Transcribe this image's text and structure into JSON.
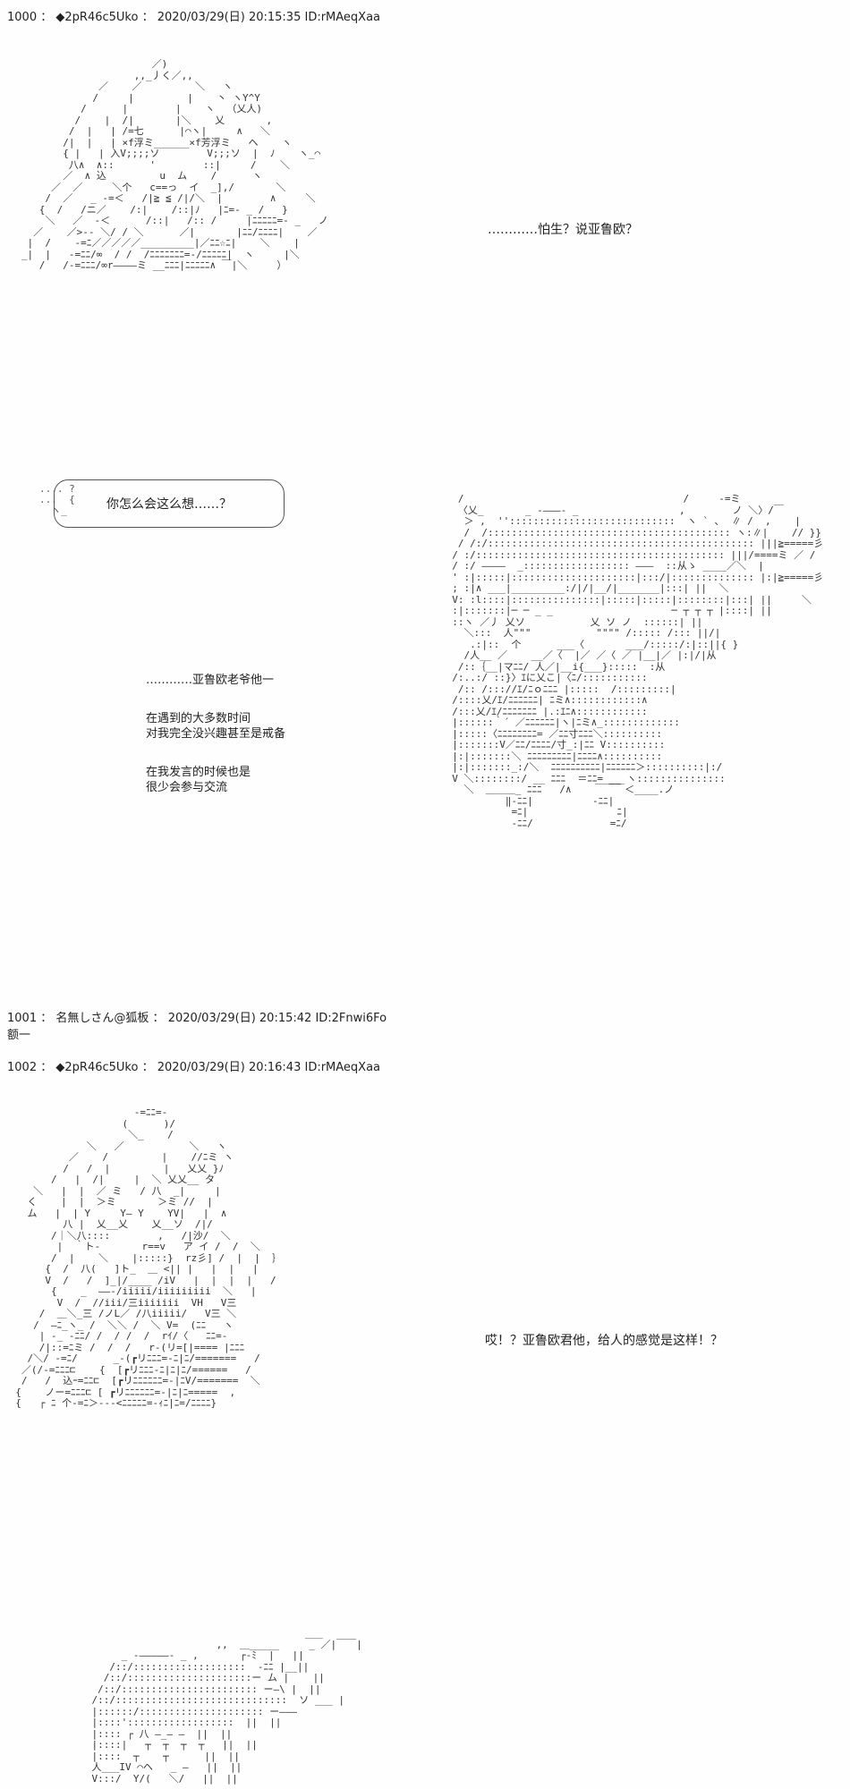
{
  "posts": [
    {
      "number": "1000",
      "name": "◆2pR46c5Uko",
      "date": "2020/03/29(日) 20:15:35",
      "id": "ID:rMAeqXaa",
      "speech_right": "…………怕生？说亚鲁欧？",
      "bubble_text": "你怎么会这么想……？",
      "narration_lead": "…………亚鲁欧老爷他一",
      "narration_1": "在遇到的大多数时间",
      "narration_2": "对我完全没兴趣甚至是戒备",
      "narration_3": "在我发言的时候也是",
      "narration_4": "很少会参与交流"
    },
    {
      "number": "1001",
      "name": "名無しさん@狐板",
      "date": "2020/03/29(日) 20:15:42",
      "id": "ID:2Fnwi6Fo",
      "body": "额一"
    },
    {
      "number": "1002",
      "name": "◆2pR46c5Uko",
      "date": "2020/03/29(日) 20:16:43",
      "id": "ID:rMAeqXaa",
      "speech_right": "哎！？亚鲁欧君他，给人的感觉是这样！？"
    }
  ],
  "ascii_art": {
    "aa1": "                         ／)\n                      ,,_丿く／,,\n                ／    ／         ＼   ヽ\n               /     |         |    丶 ヽY^Y\n             /      |        |    ヽ  （乂人)\n            /    |  /|       |＼    乂       ,\n           /  |   | /=七      |⌒ヽ|     ∧   ＼\n          /|  |   | ×f浮ミ______×f芳浮ミ   ヘ    ヽ\n          { |   | 入V;;;;ソ        V;;;ソ  |  ﾉ    ヽ_⌒\n           八∧  ∧::      '        ::|     /    ＼\n          ／  ∧ 込         u  ム    /      ヽ\n        ／  ／     ＼个   c==っ  イ  _],/       ＼\n       /  ／   _ -=＜   /|≧ ≦ /|/＼  |        ∧     ＼\n      {  /   /ニ／    /:|    /::|ﾉ   |ﾆ=- _ /   }\n       ＼   ／  -＜      /::|   /:: /     |ﾆﾆﾆﾆﾆ=- _   ノ\n     ／    ／>-- ＼/ / ＼      ／|       |ﾆﾆ/ﾆﾆﾆﾆ|    ／\n    |  /    -=ﾆ／／／／／_________|／ﾆﾆ☆ﾆ|    ＼    |\n   _|  |   -=ﾆﾆ/∞  / /  /ﾆﾆﾆﾆﾆﾆﾆ=-/ﾆﾆﾆﾆﾆ|  ヽ     |＼\n      /   /-=ﾆﾆﾆ/∞r――――ミ __ﾆﾆﾆ|ﾆﾆﾆﾆﾆ∧ ￣|＼     ）",
    "aa2": "   /                                     /     -=ミ\n   〈乂_       _ -―――- _                 ,        ノ ＼〉/￣\n    ＞ ,  ''::::::::::::::::::::::::::::  ヽ ` ､  ∥ /  ,    |\n    /  /::::::::::::::::::::::::::::::::::::::::: ヽ:∥|    // }}\n   / /:/::::::::::::::::::::::::::::::::::::::::::::: |||≧=====彡\n  / :/:::::::::::::::::::::::::::::::::::::::::: |||/====ミ ／ /\n  / :/ ――――  _:::::::::::::::::: ―――  ::从ゝ ____／＼  |\n  ' :|:::::|:::::::::::::::::::::|:::/|:::::::::::::: |:|≧=====彡\n  ; :|∧ ___|_________:/|/|__/|_______|:::| ||  ＼\n  V: :l::::|:::::::::::::::|:::::|:::::|::::::::|:::| ||     ＼\n  :|:::::::|─ ─ _ _                    ─ ┬ ┬ ┬ |::::| ||\n  ::ヽ ／丿 乂ソ           乂 ソ ノ  ::::::| ||\n    ＼:::  人\"\"\"           \"\"\"\" /::::: /::: ||/|\n     .:|::  个      ___〈       ___/:::::/:|::||{ }\n    /人__ ／    __／〈  |／ ／〈 ／ |__|／ |:|/|从\n   /::｛__|マﾆﾆ/ 人／|__i{___}:::::  :从\n  /:..:/ ::}〉ｴに乂こ|〈ﾆ/:::::::::::\n   /:: /::://ｴ/ﾆｏﾆﾆﾆ |:::::  /:::::::::|\n  /::::乂/ｴ/ﾆﾆﾆﾆﾆﾆ| ﾆミ∧::::::::::::∧\n  /:::乂/ｴ/ﾆﾆﾆﾆﾆﾆﾆ |.:ｴﾆ∧::::::::::::\n  |::::::｀´ ／ﾆﾆﾆﾆﾆﾆ|ヽ|ﾆミ∧_:::::::::::::\n  |:::::〈ﾆﾆﾆﾆﾆﾆﾆﾆ= ／ﾆﾆ寸ﾆﾆﾆ＼::::::::::\n  |:::::::V／ﾆﾆ/ﾆﾆﾆﾆ/寸_:|ﾆﾆ V::::::::::\n  |:|:::::::＼ ﾆﾆﾆﾆﾆﾆﾆﾆﾆ|ﾆﾆﾆﾆ∧::::::::::\n  |:|:::::::_:/＼  ﾆﾆﾆﾆﾆﾆﾆﾆﾆﾆ|ﾆﾆﾆﾆﾆﾆ＞::::::::::|:/\n  V ＼::::::::/ __ ﾆﾆﾆ  ＝ﾆﾆ= __ ヽ:::::::::::::::\n    ＼  ＿＿＿_ ﾆﾆﾆ   /∧    ￣￣￣＜____.ノ\n           ‖-ﾆﾆ|          -ﾆﾆ|\n            =ﾆ|               ﾆ|\n            ‐ﾆﾆ/             =ﾆ/",
    "aa3": "                      -=ﾆﾆ=-\n                    (      )/\n                     ＼_    /\n              ＼   ／           ＼   ヽ\n           ／    /         |    //ﾆミ ヽ\n          /   /  |         |   乂乂 }ﾉ\n        /   |  /|     |  ＼ 乂乂__ タ\n     ＼   |  |  ／ ミ   / 八  _|     |\n    く    |  |  ＞ミ       ＞ミ //  |\n    ム   |  | Y     Y― Y    YV|   |  ∧\n          八 |  乂__乂    乂__ソ  /|/\n        /｜＼八::::        ,   /|沙/  ＼\n         |  ｀ト-       r==v   ア イ /  /  ＼\n        /  |    ＼    |:::::}  rz彡] /  |  |  ｝\n       {  /  八(   ]ト_  ＿ <|| |   |  |   |\n       V  /   /  ]_|/____ /iV   |  |  |  |   /\n        {    _  ――-/iiiii/iiiiiiiii  ＼   |\n         V  /  //iii/三iiiiiii  VH   V三\n      /  ＿＼_三 /ノL／ /八iiiii/   V三 ＼\n     /  ―ﾆ_ヽ_ /  ＼＼ /  ＼ V=  (ﾆﾆ   ヽ\n      | -_ -ﾆﾆ/ /  / /  /  rｲ/〈   ﾆﾆ=-\n      /|::=ﾆミ /  /  /   r-(リ=[|==== |ﾆﾆﾆ\n    /＼/ -=ﾆ/      _-(┏リﾆﾆﾆ=-ﾆ|ﾆ/=======   /\n   ／(/-=ﾆﾆﾆ⊏    {  [┏リﾆﾆﾆ-ﾆ|ﾆ|ﾆ/======   /\n   /   /  込ｰ=ﾆﾆ⊏  [┏リﾆﾆﾆﾆﾆﾆ=-|ﾆV/=======  ＼\n  {    ノー=ﾆﾆﾆ⊏ [ ┏リﾆﾆﾆﾆﾆﾆ=-|ﾆ|ﾆ=====  ,\n  {   ┌ ﾆ 个-=ﾆ＞---<ﾆﾆﾆﾆﾆ=-ｨﾆ|ﾆ=/ﾆﾆﾆﾆ}",
    "aa4": "                                        ___\n                         ,,  ＿_____     _ ／|￣￣|\n         _ -―――――- _ ,       ┌-ﾐ  |   ||\n       /::/:::::::::::::::::::  -ﾆﾆ |__||\n      /::/:::::::::::::::::::::ー ム |    ||\n     /::/::::::::::::::::::::::: ー―\\ |  ||\n    /::/:::::::::::::::::::::::::::::  ソ ___ |\n    |::::::/::::::::::::::::::::: ー―――\n    |::::'::::::::::::::::::  ||  ||\n    |:::: ┌ 八 ―_― ―  ||  ||\n    |::::|   ┬  ┬  ┬  ┬   ||  ||\n    |::::  ┬    ┬      ||  ||\n    人___IV ⌒ヘ   _ ―   ||  ||\n    V:::/  Y/(   ＼/   ||  ||"
  }
}
